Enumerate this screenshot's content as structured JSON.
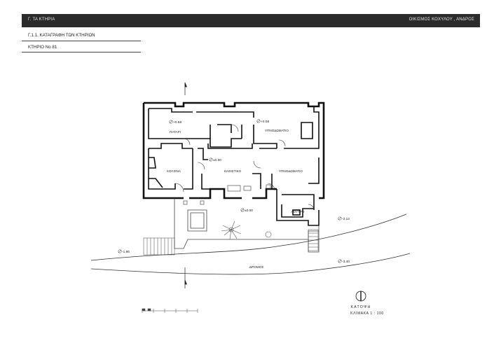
{
  "header": {
    "left_title": "Γ. ΤΑ ΚΤΗΡΙΑ",
    "right_title": "ΟΙΚΙΣΜΟΣ ΚΟΧΥΛΟΥ , ΑΝΔΡΟΣ"
  },
  "section": {
    "title": "Γ.1.1. ΚΑΤΑΓΡΑΦΗ ΤΩΝ ΚΤΗΡΙΩΝ",
    "building": "ΚΤΗΡΙΟ Νο 81"
  },
  "rooms": {
    "room1": "ΠΑΤΑΡΙ",
    "room2": "ΥΠΝΟΔΩΜΑΤΙΟ",
    "room3": "ΚΟΥΖΙΝΑ",
    "room4": "ΚΑΘΙΣΤΙΚΟ",
    "room5": "ΥΠΝΟΔΩΜΑΤΙΟ",
    "room6": "ΛΟΥΤΡΟ"
  },
  "levels": {
    "l1": "+0.68",
    "l2": "+0.08",
    "l3": "±0.00",
    "l4": "±0.00",
    "l5": "-2.13",
    "l6": "-1.86",
    "l7": "-3.40"
  },
  "road_label": "ΔΡΟΜΟΣ",
  "plan_caption": {
    "title": "ΚΑΤΟΨΗ",
    "scale": "ΚΛΙΜΑΚΑ 1 : 100"
  }
}
